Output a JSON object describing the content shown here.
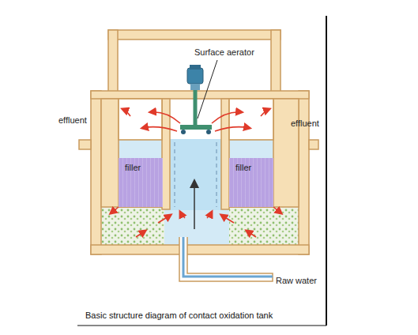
{
  "diagram": {
    "caption": "Basic structure diagram of contact oxidation tank",
    "nodes": [
      {
        "text": [
          "filler"
        ]
      },
      {
        "text": [
          "filler"
        ]
      }
    ],
    "labels": [
      "Surface aerator",
      "effluent",
      "effluent",
      "Raw water"
    ]
  }
}
